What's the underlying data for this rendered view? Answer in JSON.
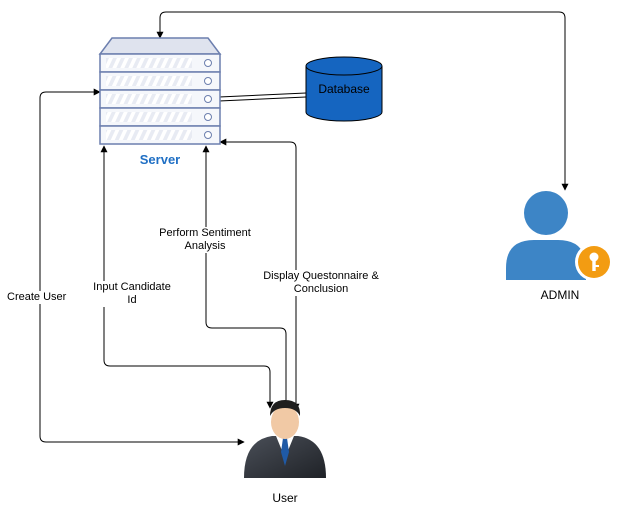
{
  "nodes": {
    "server": {
      "label": "Server"
    },
    "database": {
      "label": "Database"
    },
    "admin": {
      "label": "ADMIN"
    },
    "user": {
      "label": "User"
    }
  },
  "edges": {
    "create_user": {
      "label": "Create User"
    },
    "input_candidate_line1": "Input Candidate",
    "input_candidate_line2": "Id",
    "sentiment_line1": "Perform Sentiment",
    "sentiment_line2": "Analysis",
    "display_line1": "Display Questonnaire &",
    "display_line2": "Conclusion"
  },
  "colors": {
    "server_label": "#1f6fc4",
    "database_fill": "#1565c0",
    "admin_fill": "#3d85c6",
    "admin_badge": "#f39c12",
    "server_outline": "#6c7fae",
    "arrow": "#000000"
  }
}
